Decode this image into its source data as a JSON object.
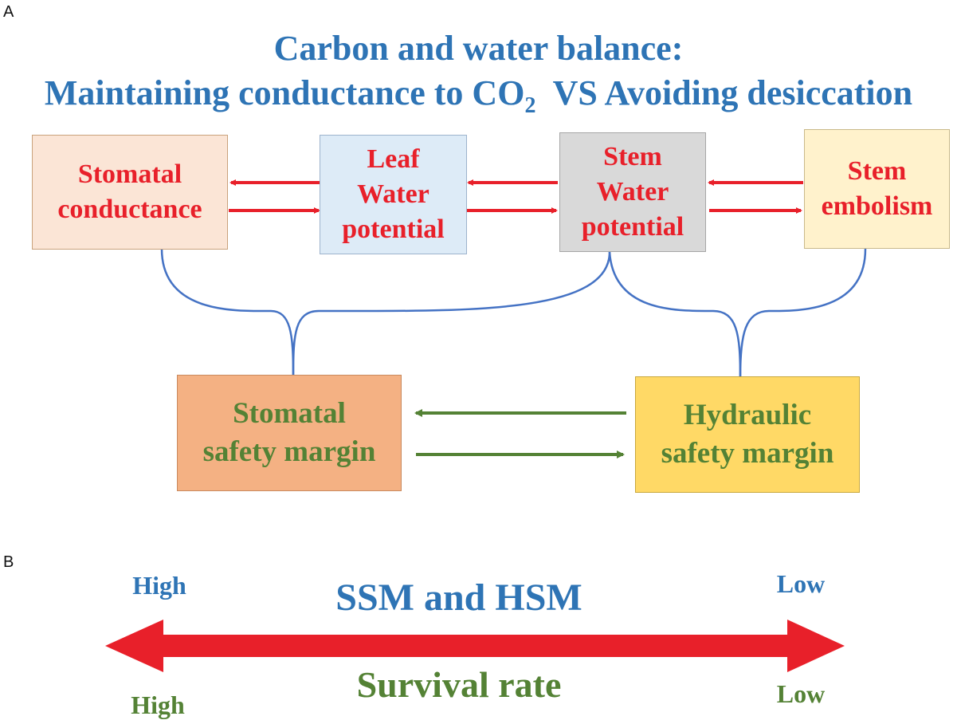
{
  "panels": {
    "a_label": "A",
    "b_label": "B"
  },
  "title": {
    "line1": "Carbon and water balance:",
    "line2_main": "Maintaining conductance to CO",
    "line2_sub": "2",
    "line2_rest": "VS  Avoiding desiccation"
  },
  "boxes": {
    "stomatal_conductance": "Stomatal\nconductance",
    "leaf_water_potential": "Leaf\nWater\npotential",
    "stem_water_potential": "Stem\nWater\npotential",
    "stem_embolism": "Stem\nembolism",
    "stomatal_safety_margin": "Stomatal\nsafety margin",
    "hydraulic_safety_margin": "Hydraulic\nsafety margin"
  },
  "scale": {
    "top_center": "SSM and HSM",
    "top_left": "High",
    "top_right": "Low",
    "bottom_center": "Survival rate",
    "bottom_left": "High",
    "bottom_right": "Low"
  },
  "colors": {
    "title_blue": "#2e74b5",
    "red": "#e8202a",
    "green": "#548235",
    "connector_blue": "#4472c4"
  }
}
